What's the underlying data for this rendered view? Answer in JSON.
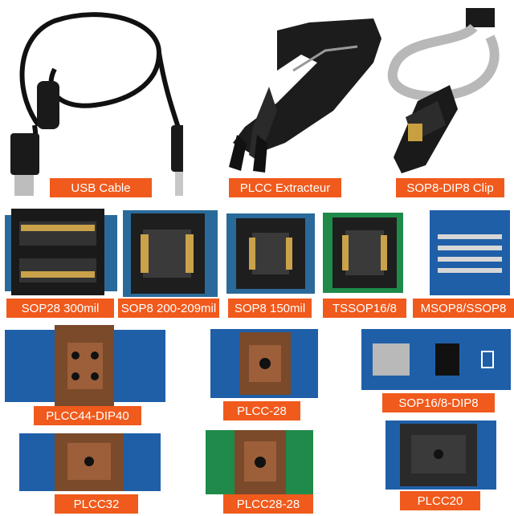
{
  "labels": {
    "usb_cable": "USB Cable",
    "plcc_extracteur": "PLCC Extracteur",
    "sop8_dip8_clip": "SOP8-DIP8 Clip",
    "sop28_300mil": "SOP28 300mil",
    "sop8_200_209mil": "SOP8 200-209mil",
    "sop8_150mil": "SOP8 150mil",
    "tssop16_8": "TSSOP16/8",
    "msop8_ssop8": "MSOP8/SSOP8",
    "plcc44_dip40": "PLCC44-DIP40",
    "plcc_28": "PLCC-28",
    "sop16_8_dip8": "SOP16/8-DIP8",
    "plcc32": "PLCC32",
    "plcc28_28": "PLCC28-28",
    "plcc20": "PLCC20"
  },
  "colors": {
    "label_bg": "#f05a1c",
    "label_text": "#ffffff",
    "board_blue": "#1f5fa8",
    "board_green": "#1f8a4a",
    "socket_brown": "#8a4b2a",
    "socket_black": "#222222"
  }
}
